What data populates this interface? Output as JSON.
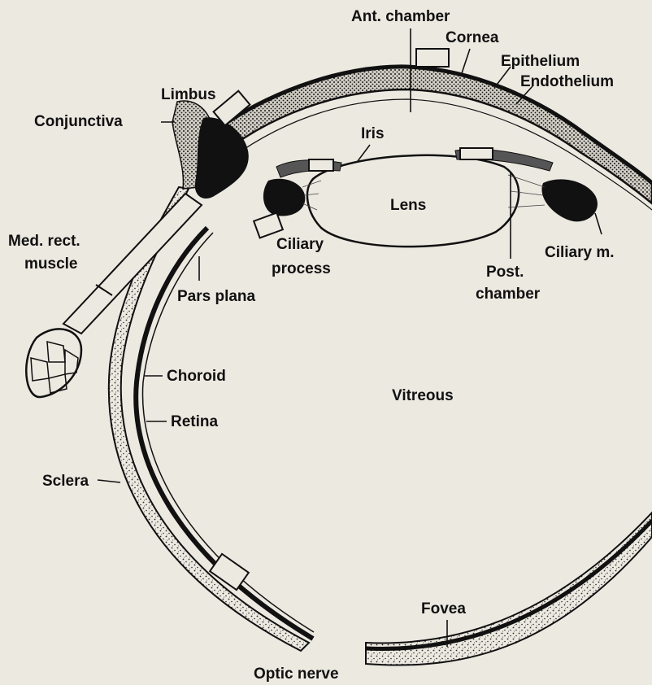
{
  "labels": {
    "ant_chamber": "Ant. chamber",
    "cornea": "Cornea",
    "epithelium": "Epithelium",
    "endothelium": "Endothelium",
    "limbus": "Limbus",
    "conjunctiva": "Conjunctiva",
    "iris": "Iris",
    "lens": "Lens",
    "med_rect_1": "Med. rect.",
    "med_rect_2": "muscle",
    "ciliary_process_1": "Ciliary",
    "ciliary_process_2": "process",
    "ciliary_m": "Ciliary m.",
    "post_chamber_1": "Post.",
    "post_chamber_2": "chamber",
    "pars_plana": "Pars plana",
    "choroid": "Choroid",
    "vitreous": "Vitreous",
    "retina": "Retina",
    "sclera": "Sclera",
    "fovea": "Fovea",
    "optic_nerve": "Optic nerve"
  },
  "colors": {
    "background": "#ece9e1",
    "ink": "#111111",
    "stipple": "#2a2a2a"
  }
}
